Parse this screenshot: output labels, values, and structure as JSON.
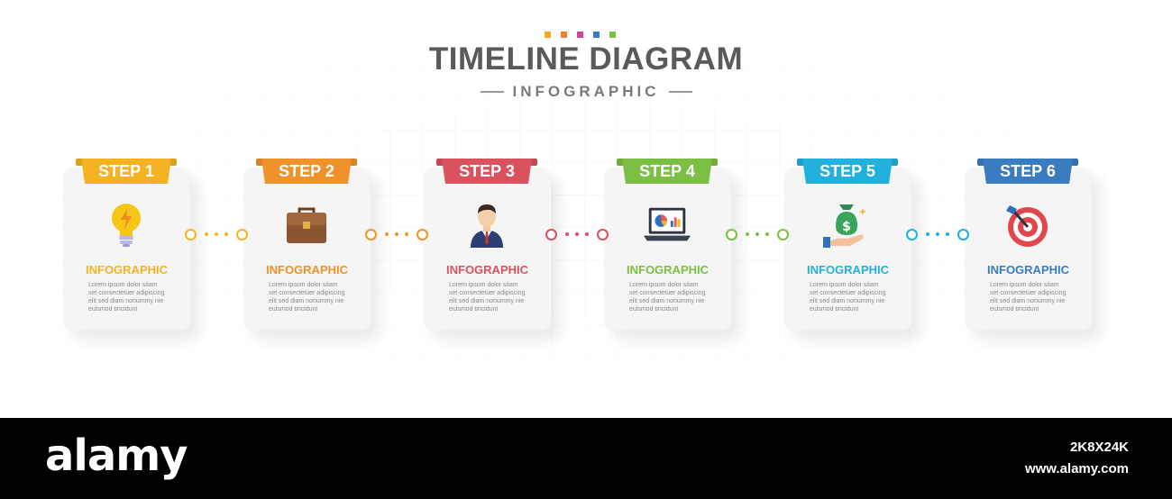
{
  "header": {
    "title": "TIMELINE DIAGRAM",
    "subtitle": "INFOGRAPHIC",
    "dot_colors": [
      "#f5a623",
      "#f0812f",
      "#d1459a",
      "#3a7cc0",
      "#7cc043"
    ]
  },
  "steps": [
    {
      "tab": "STEP 1",
      "label": "INFOGRAPHIC",
      "color": "#f5b323",
      "icon": "lightbulb-icon",
      "desc": [
        "Lorem ipsum dolor sitam",
        "set consectetuer adipiscing",
        "elit sed diam nonummy nie",
        "euismod tincidunt"
      ]
    },
    {
      "tab": "STEP 2",
      "label": "INFOGRAPHIC",
      "color": "#f0922b",
      "icon": "briefcase-icon",
      "desc": [
        "Lorem ipsum dolor sitam",
        "set consectetuer adipiscing",
        "elit sed diam nonummy nie",
        "euismod tincidunt"
      ]
    },
    {
      "tab": "STEP 3",
      "label": "INFOGRAPHIC",
      "color": "#d9525e",
      "icon": "businessman-icon",
      "desc": [
        "Lorem ipsum dolor sitam",
        "set consectetuer adipiscing",
        "elit sed diam nonummy nie",
        "euismod tincidunt"
      ]
    },
    {
      "tab": "STEP 4",
      "label": "INFOGRAPHIC",
      "color": "#7cc043",
      "icon": "laptop-chart-icon",
      "desc": [
        "Lorem ipsum dolor sitam",
        "set consectetuer adipiscing",
        "elit sed diam nonummy nie",
        "euismod tincidunt"
      ]
    },
    {
      "tab": "STEP 5",
      "label": "INFOGRAPHIC",
      "color": "#22b0dc",
      "icon": "money-bag-hand-icon",
      "desc": [
        "Lorem ipsum dolor sitam",
        "set consectetuer adipiscing",
        "elit sed diam nonummy nie",
        "euismod tincidunt"
      ]
    },
    {
      "tab": "STEP 6",
      "label": "INFOGRAPHIC",
      "color": "#3a7cc0",
      "icon": "target-dart-icon",
      "desc": [
        "Lorem ipsum dolor sitam",
        "set consectetuer adipiscing",
        "elit sed diam nonummy nie",
        "euismod tincidunt"
      ]
    }
  ],
  "connectors": [
    "#f5b323",
    "#f0922b",
    "#d9525e",
    "#7cc043",
    "#22b0dc"
  ],
  "footer": {
    "brand": "alamy",
    "image_id": "2K8X24K",
    "url": "www.alamy.com"
  }
}
